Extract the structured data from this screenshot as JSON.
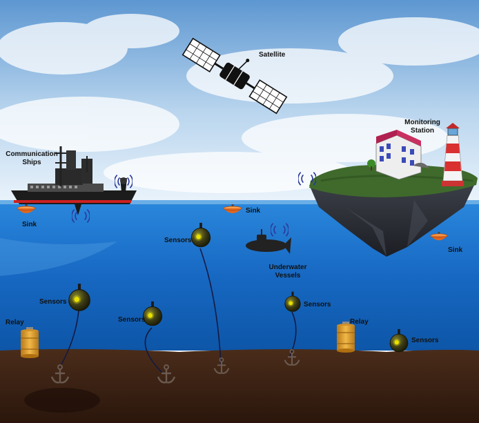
{
  "labels": {
    "satellite": "Satellite",
    "monitoring_station_line1": "Monitoring",
    "monitoring_station_line2": "Station",
    "communication_ships_line1": "Communication",
    "communication_ships_line2": "Ships",
    "sink_ship": "Sink",
    "sink_middle": "Sink",
    "sink_island": "Sink",
    "sensors_upper": "Sensors",
    "underwater_vessels_line1": "Underwater",
    "underwater_vessels_line2": "Vessels",
    "sensors_left": "Sensors",
    "sensors_mid_left": "Sensors",
    "sensors_mid_right": "Sensors",
    "sensors_right": "Sensors",
    "relay_left": "Relay",
    "relay_right": "Relay"
  },
  "colors": {
    "sky_top": "#5d97d1",
    "sky_bottom": "#eaf3fb",
    "sea_surface": "#1f78d0",
    "sea_deep": "#0d56a8",
    "seabed": "#3a2114",
    "island_grass": "#3f6a2c",
    "island_rock": "#2b2e36",
    "sensor_body": "#2a2a12",
    "sensor_light": "#e8e000",
    "relay": "#e0a030",
    "sink_buoy": "#e06820",
    "ship_hull": "#1c1c1c",
    "ship_stripe": "#cc2020"
  },
  "icons": [
    "satellite-icon",
    "ship-icon",
    "lighthouse-icon",
    "building-icon",
    "submarine-icon",
    "sensor-node-icon",
    "relay-buoy-icon",
    "sink-buoy-icon",
    "anchor-icon",
    "wifi-signal-icon"
  ]
}
